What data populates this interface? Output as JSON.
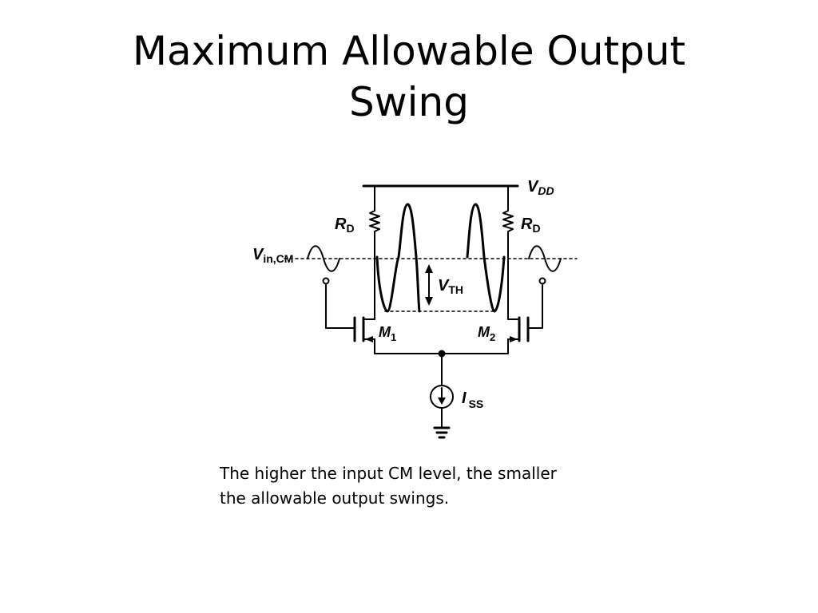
{
  "slide": {
    "title_lines": [
      "Maximum Allowable Output",
      "Swing"
    ],
    "caption_lines": [
      "The higher the input CM level, the smaller",
      "the allowable output swings."
    ]
  },
  "circuit": {
    "vdd": {
      "main": "V",
      "sub": "DD"
    },
    "rd_left": {
      "main": "R",
      "sub": "D"
    },
    "rd_right": {
      "main": "R",
      "sub": "D"
    },
    "vin": {
      "main": "V",
      "sub": "in,CM"
    },
    "vth": {
      "main": "V",
      "sub": "TH"
    },
    "m1": {
      "main": "M",
      "sub": "1"
    },
    "m2": {
      "main": "M",
      "sub": "2"
    },
    "iss": {
      "main": "I",
      "sub": "SS"
    }
  }
}
